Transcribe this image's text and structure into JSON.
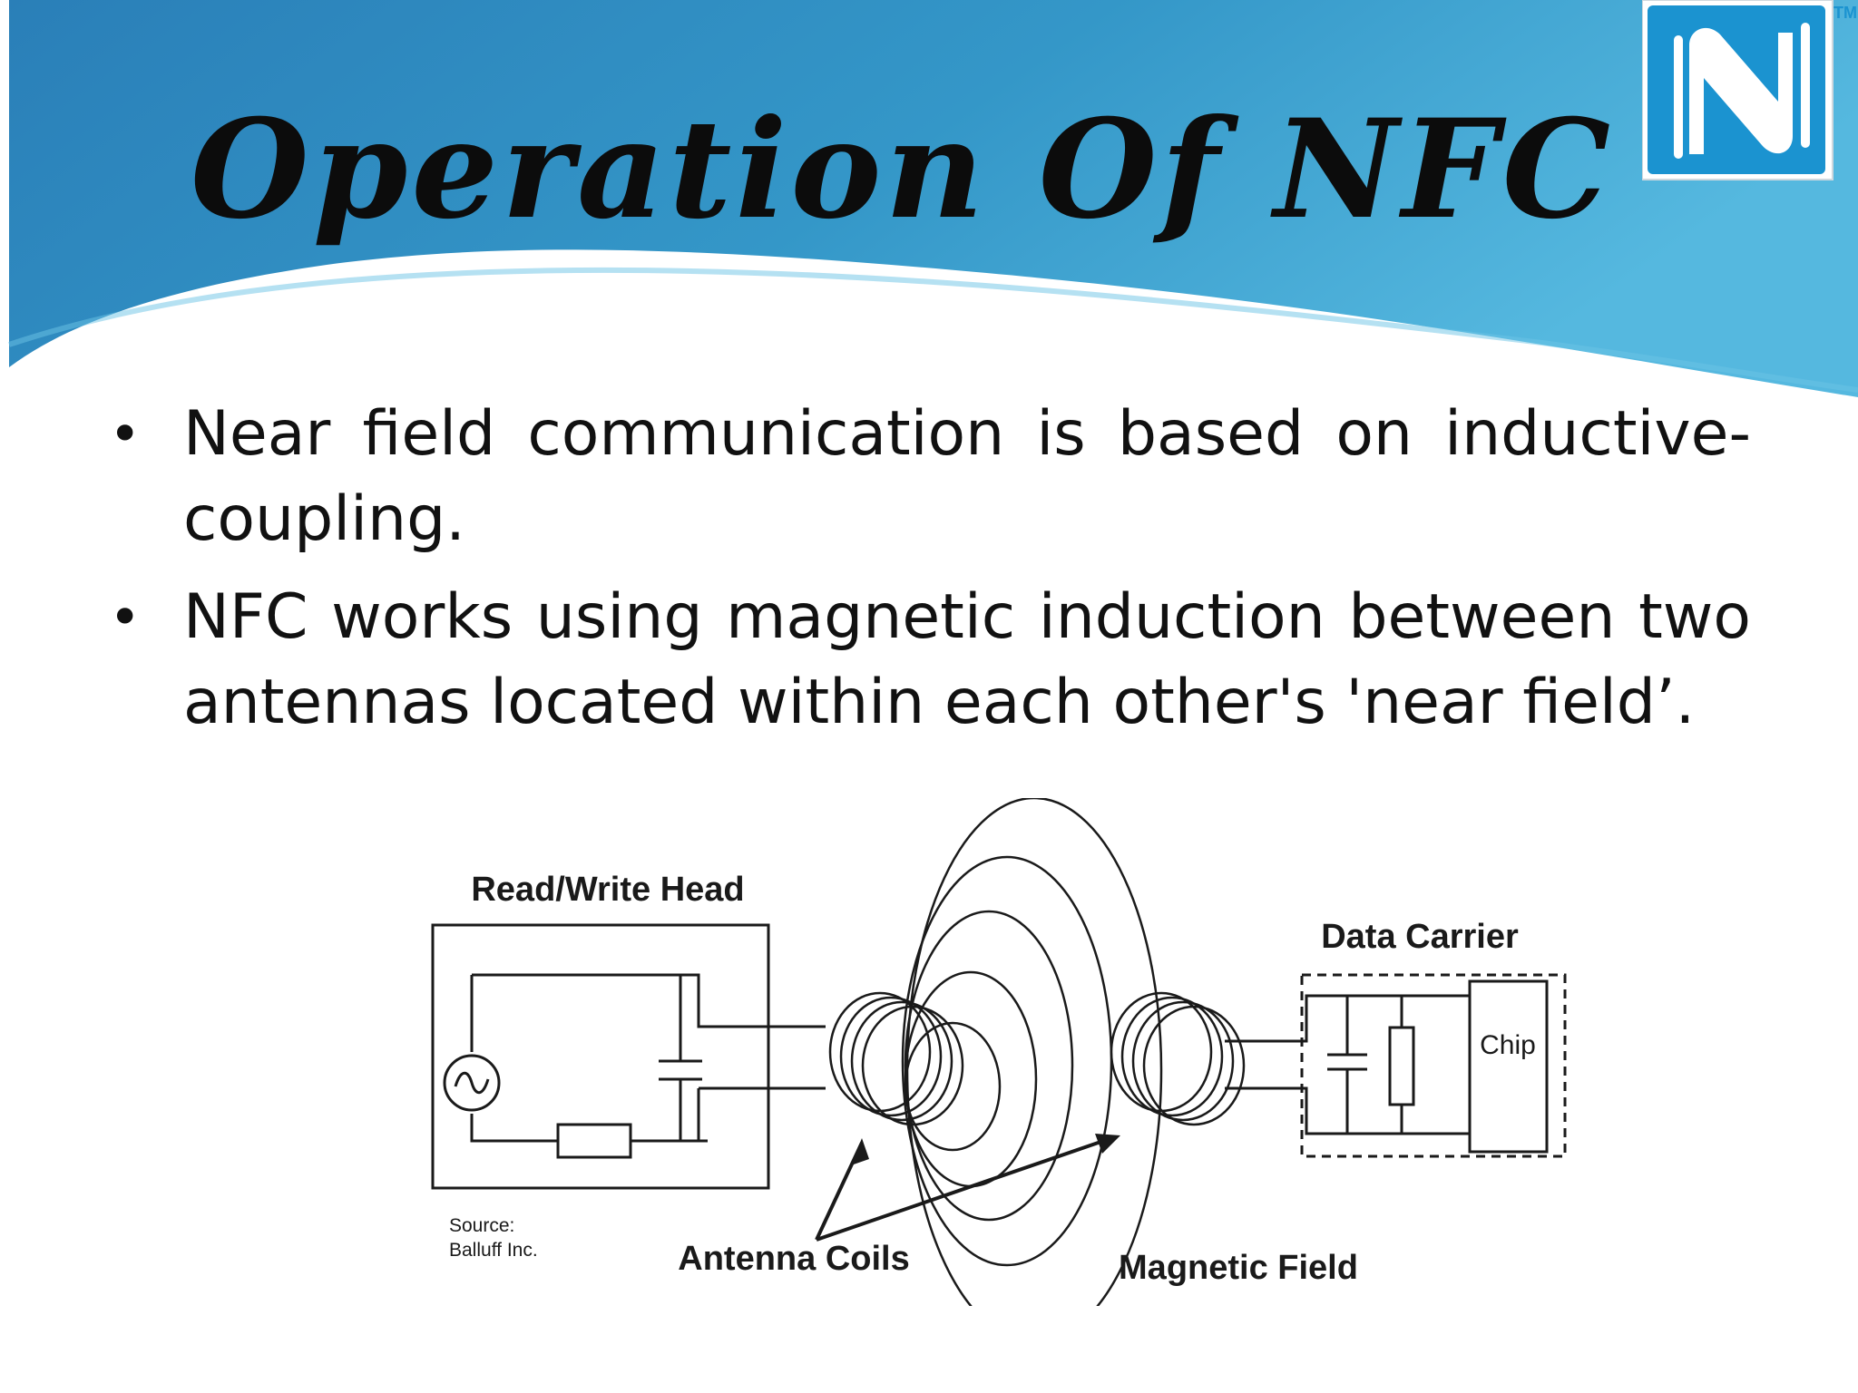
{
  "slide": {
    "title": "Operation Of NFC",
    "logo": {
      "icon": "nfc-n-mark",
      "trademark": "TM"
    },
    "colors": {
      "banner": "#2d8bc2",
      "banner_light": "#4fb2dc",
      "logo": "#1b93d0"
    }
  },
  "bullets": [
    {
      "line1": "Near field communication is based on inductive-",
      "line2": "coupling."
    },
    {
      "line1": "NFC works using magnetic induction between two",
      "line2": "antennas located within each other's 'near field’."
    }
  ],
  "diagram": {
    "labels": {
      "read_write_head": "Read/Write Head",
      "data_carrier": "Data Carrier",
      "chip": "Chip",
      "antenna_coils": "Antenna Coils",
      "magnetic_field": "Magnetic Field",
      "source_line1": "Source:",
      "source_line2": "Balluff Inc."
    }
  }
}
